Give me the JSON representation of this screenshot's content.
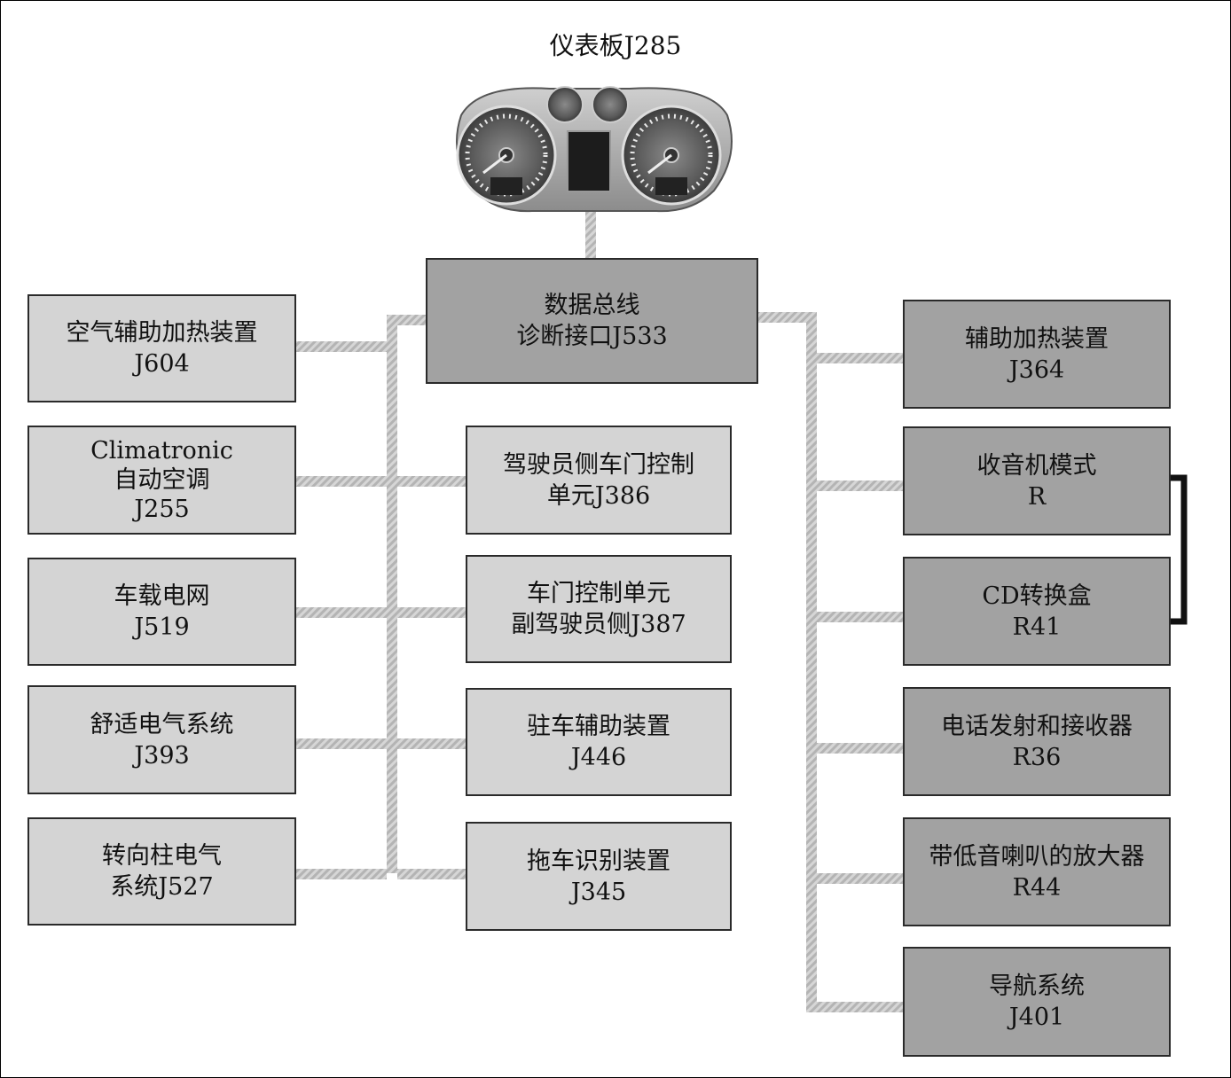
{
  "colors": {
    "light_box": "#d4d4d4",
    "dark_box": "#a2a2a2",
    "bus_wire": "#c2c2c2",
    "link_bar": "#111111"
  },
  "title": "仪表板J285",
  "gateway": {
    "line1": "数据总线",
    "line2": "诊断接口J533"
  },
  "left": [
    {
      "line1": "空气辅助加热装置",
      "line2": "J604"
    },
    {
      "line1": "Climatronic",
      "line2": "自动空调",
      "line3": "J255"
    },
    {
      "line1": "车载电网",
      "line2": "J519"
    },
    {
      "line1": "舒适电气系统",
      "line2": "J393"
    },
    {
      "line1": "转向柱电气",
      "line2": "系统J527"
    }
  ],
  "center": [
    {
      "line1": "驾驶员侧车门控制",
      "line2": "单元J386"
    },
    {
      "line1": "车门控制单元",
      "line2": "副驾驶员侧J387"
    },
    {
      "line1": "驻车辅助装置",
      "line2": "J446"
    },
    {
      "line1": "拖车识别装置",
      "line2": "J345"
    }
  ],
  "right": [
    {
      "line1": "辅助加热装置",
      "line2": "J364"
    },
    {
      "line1": "收音机模式",
      "line2": "R"
    },
    {
      "line1": "CD转换盒",
      "line2": "R41"
    },
    {
      "line1": "电话发射和接收器",
      "line2": "R36"
    },
    {
      "line1": "带低音喇叭的放大器",
      "line2": "R44"
    },
    {
      "line1": "导航系统",
      "line2": "J401"
    }
  ]
}
